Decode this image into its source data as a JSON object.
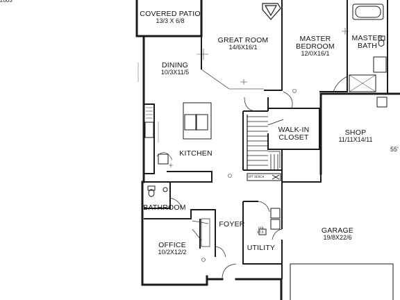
{
  "rooms": {
    "covered_patio": {
      "name": "COVERED PATIO",
      "dims": "13/3 X 6/8"
    },
    "great_room": {
      "name": "GREAT ROOM",
      "dims": "14/6X16/1"
    },
    "master_bedroom": {
      "name_line1": "MASTER",
      "name_line2": "BEDROOM",
      "dims": "12/0X16/1"
    },
    "master_bath": {
      "name_line1": "MASTER",
      "name_line2": "BATH"
    },
    "dining": {
      "name": "DINING",
      "dims": "10/3X11/5"
    },
    "kitchen": {
      "name": "KITCHEN"
    },
    "walk_in_closet": {
      "name_line1": "WALK-IN",
      "name_line2": "CLOSET"
    },
    "shop": {
      "name": "SHOP",
      "dims": "11/11X14/11"
    },
    "bathroom": {
      "name": "BATHROOM"
    },
    "foyer": {
      "name": "FOYER"
    },
    "garage": {
      "name": "GARAGE",
      "dims": "19/8X22/6"
    },
    "office": {
      "name": "OFFICE",
      "dims": "10/2X12/2"
    },
    "utility": {
      "name": "UTILITY"
    }
  },
  "annotations": {
    "edge_dimension": "55'",
    "top_left_fragment": "2003",
    "fan_label": "FAN",
    "vtr_label": "V.T.R.",
    "bench_label": "OPT BENCH"
  }
}
